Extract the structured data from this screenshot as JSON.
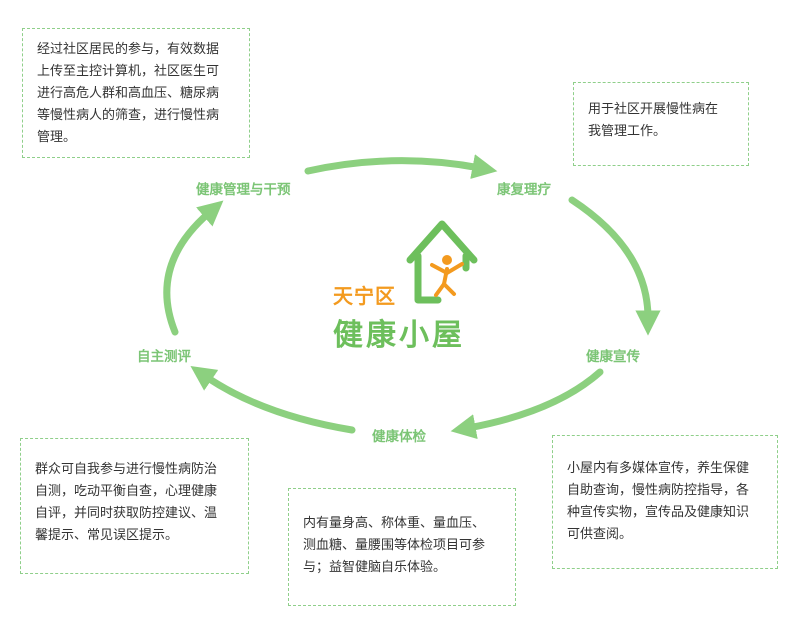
{
  "colors": {
    "arrow": "#8cd07f",
    "label": "#7cc576",
    "box_border": "#8fcf8a",
    "logo_orange": "#f39a1f",
    "logo_green": "#6dbf5c"
  },
  "logo": {
    "district": "天宁区",
    "name": "健康小屋",
    "icon": "house-person-icon"
  },
  "cycle": {
    "management": "健康管理与干预",
    "rehab": "康复理疗",
    "promotion": "健康宣传",
    "checkup": "健康体检",
    "self_eval": "自主测评"
  },
  "boxes": {
    "management": "经过社区居民的参与，有效数据\n上传至主控计算机，社区医生可\n进行高危人群和高血压、糖尿病\n等慢性病人的筛查，进行慢性病\n管理。",
    "rehab": "用于社区开展慢性病在\n我管理工作。",
    "promotion": "小屋内有多媒体宣传，养生保健\n自助查询，慢性病防控指导，各\n种宣传实物，宣传品及健康知识\n可供查阅。",
    "checkup": "内有量身高、称体重、量血压、\n测血糖、量腰围等体检项目可参\n与；益智健脑自乐体验。",
    "self_eval": "群众可自我参与进行慢性病防治\n自测，吃动平衡自查，心理健康\n自评，并同时获取防控建议、温\n馨提示、常见误区提示。"
  }
}
